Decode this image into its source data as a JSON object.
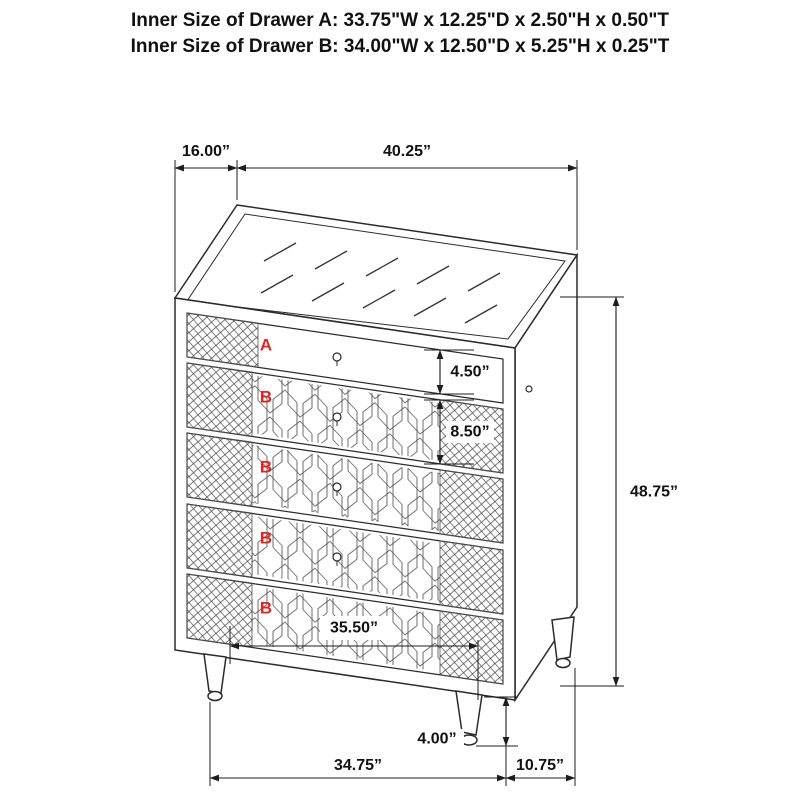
{
  "header": {
    "line1": "Inner Size of Drawer A: 33.75\"W x 12.25\"D x 2.50\"H x 0.50\"T",
    "line2": "Inner Size of Drawer B: 34.00\"W x 12.50\"D x 5.25\"H x 0.25\"T"
  },
  "dimensions": {
    "top_depth": "16.00”",
    "top_width": "40.25”",
    "drawer_a_height": "4.50”",
    "drawer_b_height": "8.50”",
    "overall_height": "48.75”",
    "inner_drawer_width": "35.50”",
    "leg_height": "4.00”",
    "bottom_front_width": "34.75”",
    "bottom_side_depth": "10.75”"
  },
  "drawer_labels": [
    "A",
    "B",
    "B",
    "B",
    "B"
  ],
  "colors": {
    "label_red": "#e02420",
    "line": "#2b2b2b"
  }
}
